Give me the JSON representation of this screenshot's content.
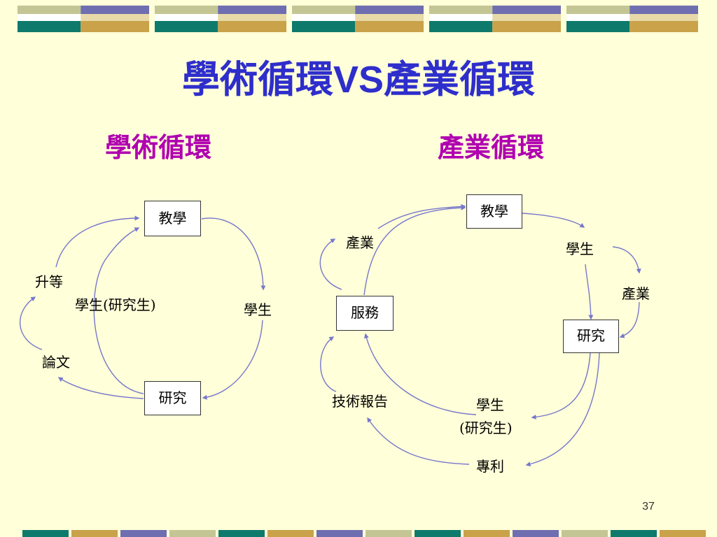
{
  "title": {
    "part1": "學術循環",
    "vs": "VS",
    "part2": "產業循環"
  },
  "academic": {
    "title": "學術循環",
    "box_teaching": "教學",
    "box_research": "研究",
    "label_student": "學生",
    "label_grad_student": "學生(研究生)",
    "label_promotion": "升等",
    "label_paper": "論文"
  },
  "industry": {
    "title": "產業循環",
    "box_teaching": "教學",
    "box_research": "研究",
    "box_service": "服務",
    "label_student_top": "學生",
    "label_industry_right": "產業",
    "label_industry_left": "產業",
    "label_tech_report": "技術報告",
    "label_student_bottom_1": "學生",
    "label_student_bottom_2": "(研究生)",
    "label_patent": "專利"
  },
  "page_number": "37",
  "colors": {
    "background": "#FFFFD9",
    "title": "#2E2ECC",
    "subtitle": "#B000B0",
    "arrow": "#7777CC",
    "band_teal": "#0E7A6C",
    "band_tan": "#C9A24A",
    "band_slate": "#6E6EB0",
    "band_sage": "#C3C694"
  }
}
